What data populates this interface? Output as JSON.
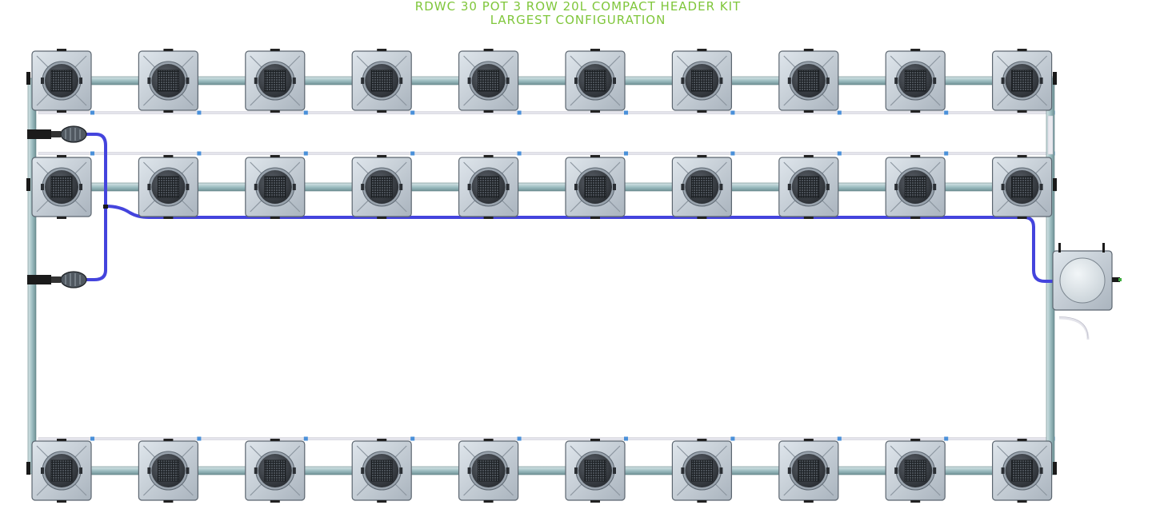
{
  "title": {
    "line1": "RDWC 30 POT 3 ROW 20L COMPACT HEADER KIT",
    "line2": "LARGEST CONFIGURATION"
  },
  "layout": {
    "rows": 3,
    "pots_per_row": 10,
    "header_tank": "present",
    "pumps": 2
  },
  "colors": {
    "title": "#7fc63a",
    "hose": "#4444dd",
    "pipe": "#a9c6c9",
    "pot_body": "#c7d0d8",
    "pot_lid": "#3d4248",
    "drip_line": "#e4e4ec",
    "fitting": "#4a90d9"
  }
}
